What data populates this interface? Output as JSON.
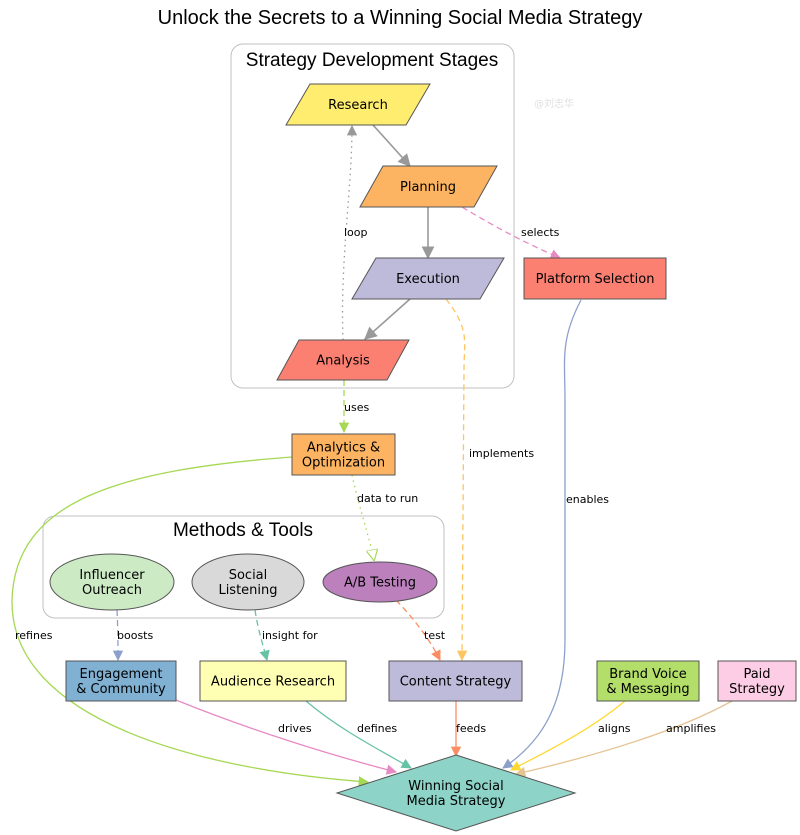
{
  "title": "Unlock the Secrets to a Winning Social Media Strategy",
  "watermark": "@刘志华",
  "clusters": {
    "stages": {
      "title": "Strategy Development Stages"
    },
    "methods": {
      "title": "Methods & Tools"
    }
  },
  "nodes": {
    "research": {
      "label": [
        "Research"
      ],
      "color": "#ffed6f"
    },
    "planning": {
      "label": [
        "Planning"
      ],
      "color": "#fdb462"
    },
    "execution": {
      "label": [
        "Execution"
      ],
      "color": "#bebada"
    },
    "analysis": {
      "label": [
        "Analysis"
      ],
      "color": "#fb8072"
    },
    "platform": {
      "label": [
        "Platform Selection"
      ],
      "color": "#fb8072"
    },
    "analytics": {
      "label": [
        "Analytics &",
        "Optimization"
      ],
      "color": "#fdb462"
    },
    "influencer": {
      "label": [
        "Influencer",
        "Outreach"
      ],
      "color": "#ccebc5"
    },
    "social": {
      "label": [
        "Social",
        "Listening"
      ],
      "color": "#d9d9d9"
    },
    "abtest": {
      "label": [
        "A/B Testing"
      ],
      "color": "#bc80bd"
    },
    "engagement": {
      "label": [
        "Engagement",
        "& Community"
      ],
      "color": "#80b1d3"
    },
    "audience": {
      "label": [
        "Audience Research"
      ],
      "color": "#ffffb3"
    },
    "content": {
      "label": [
        "Content Strategy"
      ],
      "color": "#bebada"
    },
    "brand": {
      "label": [
        "Brand Voice",
        "& Messaging"
      ],
      "color": "#b3de69"
    },
    "paid": {
      "label": [
        "Paid",
        "Strategy"
      ],
      "color": "#fccde5"
    },
    "winning": {
      "label": [
        "Winning Social",
        "Media Strategy"
      ],
      "color": "#8dd3c7"
    }
  },
  "edges": {
    "research_planning": {
      "label": "",
      "color": "#999999"
    },
    "planning_execution": {
      "label": "",
      "color": "#999999"
    },
    "execution_analysis": {
      "label": "",
      "color": "#999999"
    },
    "analysis_research": {
      "label": "loop",
      "color": "#999999"
    },
    "planning_platform": {
      "label": "selects",
      "color": "#e78ac3"
    },
    "analysis_analytics": {
      "label": "uses",
      "color": "#a6d854"
    },
    "execution_content": {
      "label": "implements",
      "color": "#ffd92f"
    },
    "platform_winning": {
      "label": "enables",
      "color": "#8da0cb"
    },
    "analytics_abtest": {
      "label": "data to run",
      "color": "#a6d854"
    },
    "analytics_winning": {
      "label": "refines",
      "color": "#a6d854"
    },
    "influencer_engagement": {
      "label": "boosts",
      "color": "#8da0cb"
    },
    "social_audience": {
      "label": "insight for",
      "color": "#66c2a5"
    },
    "abtest_content": {
      "label": "test",
      "color": "#fc8d62"
    },
    "engagement_winning": {
      "label": "drives",
      "color": "#e78ac3"
    },
    "audience_winning": {
      "label": "defines",
      "color": "#66c2a5"
    },
    "content_winning": {
      "label": "feeds",
      "color": "#fc8d62"
    },
    "brand_winning": {
      "label": "aligns",
      "color": "#ffd92f"
    },
    "paid_winning": {
      "label": "amplifies",
      "color": "#e5c494"
    }
  }
}
